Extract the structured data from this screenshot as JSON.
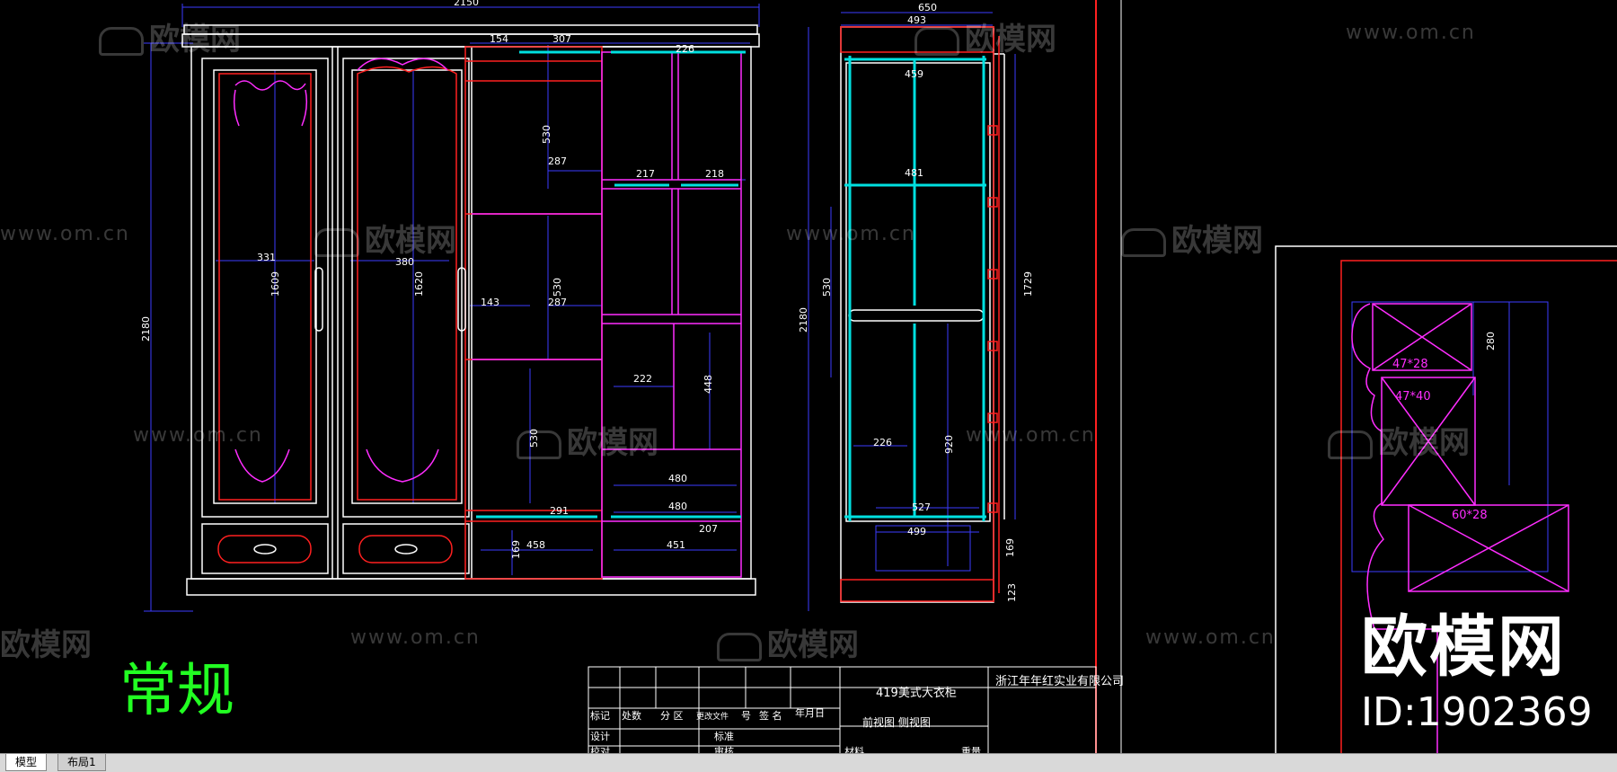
{
  "watermark": {
    "brand": "欧模网",
    "url": "www.om.cn"
  },
  "brand_overlay": {
    "name": "欧模网",
    "id_text": "ID:1902369"
  },
  "drawing": {
    "note_text": "常规",
    "dimensions": {
      "front_total_width": "2150",
      "front_total_height": "2180",
      "d154": "154",
      "d307": "307",
      "d226": "226",
      "d530a": "530",
      "d287a": "287",
      "d217": "217",
      "d218": "218",
      "d331": "331",
      "d1609": "1609",
      "d380": "380",
      "d1620": "1620",
      "d143": "143",
      "d530b": "530",
      "d287b": "287",
      "d222": "222",
      "d448": "448",
      "d530c": "530",
      "d480a": "480",
      "d480b": "480",
      "d291": "291",
      "d207": "207",
      "d169a": "169",
      "d458": "458",
      "d451": "451",
      "side_width": "650",
      "d493": "493",
      "d459": "459",
      "d481": "481",
      "side_height": "2180",
      "d530side": "530",
      "d1729": "1729",
      "d226side": "226",
      "d920": "920",
      "d527": "527",
      "d499": "499",
      "d169b": "169",
      "d123": "123"
    },
    "detail_labels": {
      "d280": "280",
      "s1": "47*28",
      "s2": "47*40",
      "s3": "60*28"
    }
  },
  "title_block": {
    "product": "419美式大衣柜",
    "views": "前视图  侧视图",
    "company": "浙江年年红实业有限公司",
    "row_labels": [
      "标记",
      "处数",
      "分 区",
      "更改文件",
      "号",
      "签 名",
      "年月日"
    ],
    "design": "设计",
    "standard": "标准",
    "review": "审核",
    "check": "校对",
    "material": "材料",
    "weight": "重量"
  },
  "colors": {
    "background": "#000000",
    "white": "#ffffff",
    "blue": "#3b3bff",
    "magenta": "#ff2dff",
    "red": "#ff2020",
    "cyan": "#00e0e0",
    "green": "#22ff22"
  },
  "tabs": [
    {
      "label": "模型",
      "active": true
    },
    {
      "label": "布局1",
      "active": false
    }
  ]
}
